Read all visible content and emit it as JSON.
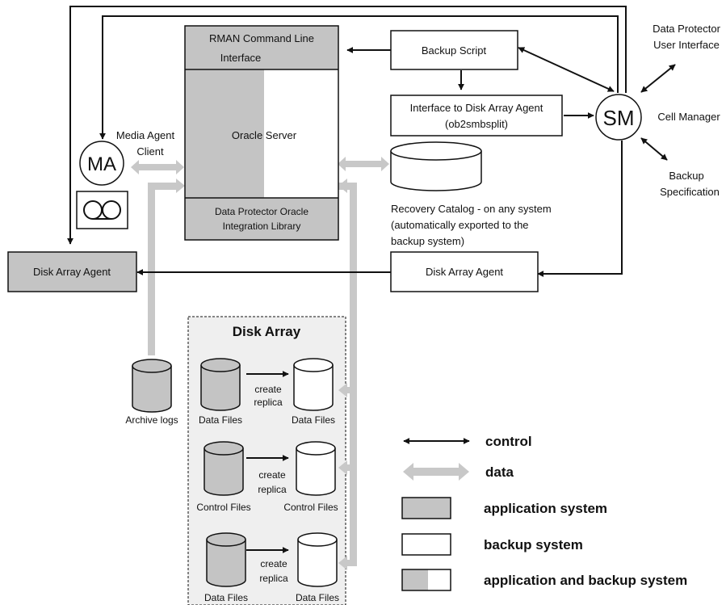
{
  "colors": {
    "app_gray": "#c4c4c4",
    "data_arrow": "#c8c8c8",
    "line": "#111111",
    "disk_array_bg": "#efefef"
  },
  "rman": {
    "line1": "RMAN Command  Line",
    "line2": "Interface"
  },
  "oracle_server": "Oracle Server",
  "dp_library": {
    "line1": "Data Protector Oracle",
    "line2": "Integration Library"
  },
  "backup_script": "Backup Script",
  "interface_box": {
    "line1": "Interface to Disk Array Agent",
    "line2": "(ob2smbsplit)"
  },
  "sm": {
    "label": "SM",
    "caption": "Cell Manager"
  },
  "dp_ui": {
    "line1": "Data Protector",
    "line2": "User Interface"
  },
  "backup_spec": {
    "line1": "Backup",
    "line2": "Specification"
  },
  "recovery_catalog": {
    "line1": "Recovery Catalog - on any system",
    "line2": "(automatically exported to the",
    "line3": "backup system)"
  },
  "media_agent": {
    "label": "MA",
    "line1": "Media Agent",
    "line2": "Client"
  },
  "disk_array_agent_left": "Disk Array Agent",
  "disk_array_agent_right": "Disk Array Agent",
  "disk_array": {
    "title": "Disk Array",
    "archive_logs": "Archive logs",
    "rows": [
      {
        "left": "Data Files",
        "create1": "create",
        "create2": "replica",
        "right": "Data Files"
      },
      {
        "left": "Control Files",
        "create1": "create",
        "create2": "replica",
        "right": "Control Files"
      },
      {
        "left": "Data Files",
        "create1": "create",
        "create2": "replica",
        "right": "Data Files"
      }
    ]
  },
  "legend": {
    "control": "control",
    "data": "data",
    "application_system": "application system",
    "backup_system": "backup system",
    "application_and_backup_system": "application and backup system"
  }
}
